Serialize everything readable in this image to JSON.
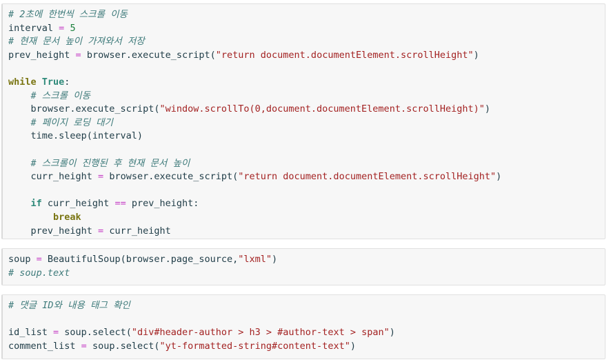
{
  "page": {
    "background": "#ffffff",
    "language": "python",
    "block_background": "#f7f7f7",
    "block_border": "#e0e0e0"
  },
  "colors": {
    "comment": "#3f7b7b",
    "keyword": "#7a7512",
    "keyword_control": "#2f8a7a",
    "builtin": "#0e8a7a",
    "string": "#a32222",
    "operator": "#c43bc4",
    "number": "#1a7f3c",
    "plain": "#1f3c47"
  },
  "blocks": [
    {
      "id": "scroll-loop-block",
      "lines": [
        [
          {
            "t": "# 2초에 한번씩 스크롤 이동",
            "c": "cmt"
          }
        ],
        [
          {
            "t": "interval ",
            "c": "pln"
          },
          {
            "t": "=",
            "c": "op"
          },
          {
            "t": " ",
            "c": "pln"
          },
          {
            "t": "5",
            "c": "num"
          }
        ],
        [
          {
            "t": "# 현재 문서 높이 가져와서 저장",
            "c": "cmt"
          }
        ],
        [
          {
            "t": "prev_height ",
            "c": "pln"
          },
          {
            "t": "=",
            "c": "op"
          },
          {
            "t": " browser.execute_script(",
            "c": "pln"
          },
          {
            "t": "\"return document.documentElement.scrollHeight\"",
            "c": "str"
          },
          {
            "t": ")",
            "c": "pln"
          }
        ],
        [
          {
            "t": "",
            "c": "pln"
          }
        ],
        [
          {
            "t": "while",
            "c": "kw"
          },
          {
            "t": " ",
            "c": "pln"
          },
          {
            "t": "True",
            "c": "kw2"
          },
          {
            "t": ":",
            "c": "pln"
          }
        ],
        [
          {
            "t": "    # 스크롤 이동",
            "c": "cmt"
          }
        ],
        [
          {
            "t": "    browser.execute_script(",
            "c": "pln"
          },
          {
            "t": "\"window.scrollTo(0,document.documentElement.scrollHeight)\"",
            "c": "str"
          },
          {
            "t": ")",
            "c": "pln"
          }
        ],
        [
          {
            "t": "    # 페이지 로딩 대기",
            "c": "cmt"
          }
        ],
        [
          {
            "t": "    time.sleep(interval)",
            "c": "pln"
          }
        ],
        [
          {
            "t": "",
            "c": "pln"
          }
        ],
        [
          {
            "t": "    # 스크롤이 진행된 후 현재 문서 높이",
            "c": "cmt"
          }
        ],
        [
          {
            "t": "    curr_height ",
            "c": "pln"
          },
          {
            "t": "=",
            "c": "op"
          },
          {
            "t": " browser.execute_script(",
            "c": "pln"
          },
          {
            "t": "\"return document.documentElement.scrollHeight\"",
            "c": "str"
          },
          {
            "t": ")",
            "c": "pln"
          }
        ],
        [
          {
            "t": "",
            "c": "pln"
          }
        ],
        [
          {
            "t": "    ",
            "c": "pln"
          },
          {
            "t": "if",
            "c": "kw2"
          },
          {
            "t": " curr_height ",
            "c": "pln"
          },
          {
            "t": "==",
            "c": "op"
          },
          {
            "t": " prev_height:",
            "c": "pln"
          }
        ],
        [
          {
            "t": "        ",
            "c": "pln"
          },
          {
            "t": "break",
            "c": "kw"
          }
        ],
        [
          {
            "t": "    prev_height ",
            "c": "pln"
          },
          {
            "t": "=",
            "c": "op"
          },
          {
            "t": " curr_height",
            "c": "pln"
          }
        ]
      ]
    },
    {
      "id": "soup-parse-block",
      "lines": [
        [
          {
            "t": "soup ",
            "c": "pln"
          },
          {
            "t": "=",
            "c": "op"
          },
          {
            "t": " BeautifulSoup(browser.page_source,",
            "c": "pln"
          },
          {
            "t": "\"lxml\"",
            "c": "str"
          },
          {
            "t": ")",
            "c": "pln"
          }
        ],
        [
          {
            "t": "# soup.text",
            "c": "cmt"
          }
        ]
      ]
    },
    {
      "id": "select-tags-block",
      "lines": [
        [
          {
            "t": "# 댓글 ID와 내용 태그 확인",
            "c": "cmt"
          }
        ],
        [
          {
            "t": "",
            "c": "pln"
          }
        ],
        [
          {
            "t": "id_list ",
            "c": "pln"
          },
          {
            "t": "=",
            "c": "op"
          },
          {
            "t": " soup.select(",
            "c": "pln"
          },
          {
            "t": "\"div#header-author > h3 > #author-text > span\"",
            "c": "str"
          },
          {
            "t": ")",
            "c": "pln"
          }
        ],
        [
          {
            "t": "comment_list ",
            "c": "pln"
          },
          {
            "t": "=",
            "c": "op"
          },
          {
            "t": " soup.select(",
            "c": "pln"
          },
          {
            "t": "\"yt-formatted-string#content-text\"",
            "c": "str"
          },
          {
            "t": ")",
            "c": "pln"
          }
        ]
      ]
    }
  ]
}
